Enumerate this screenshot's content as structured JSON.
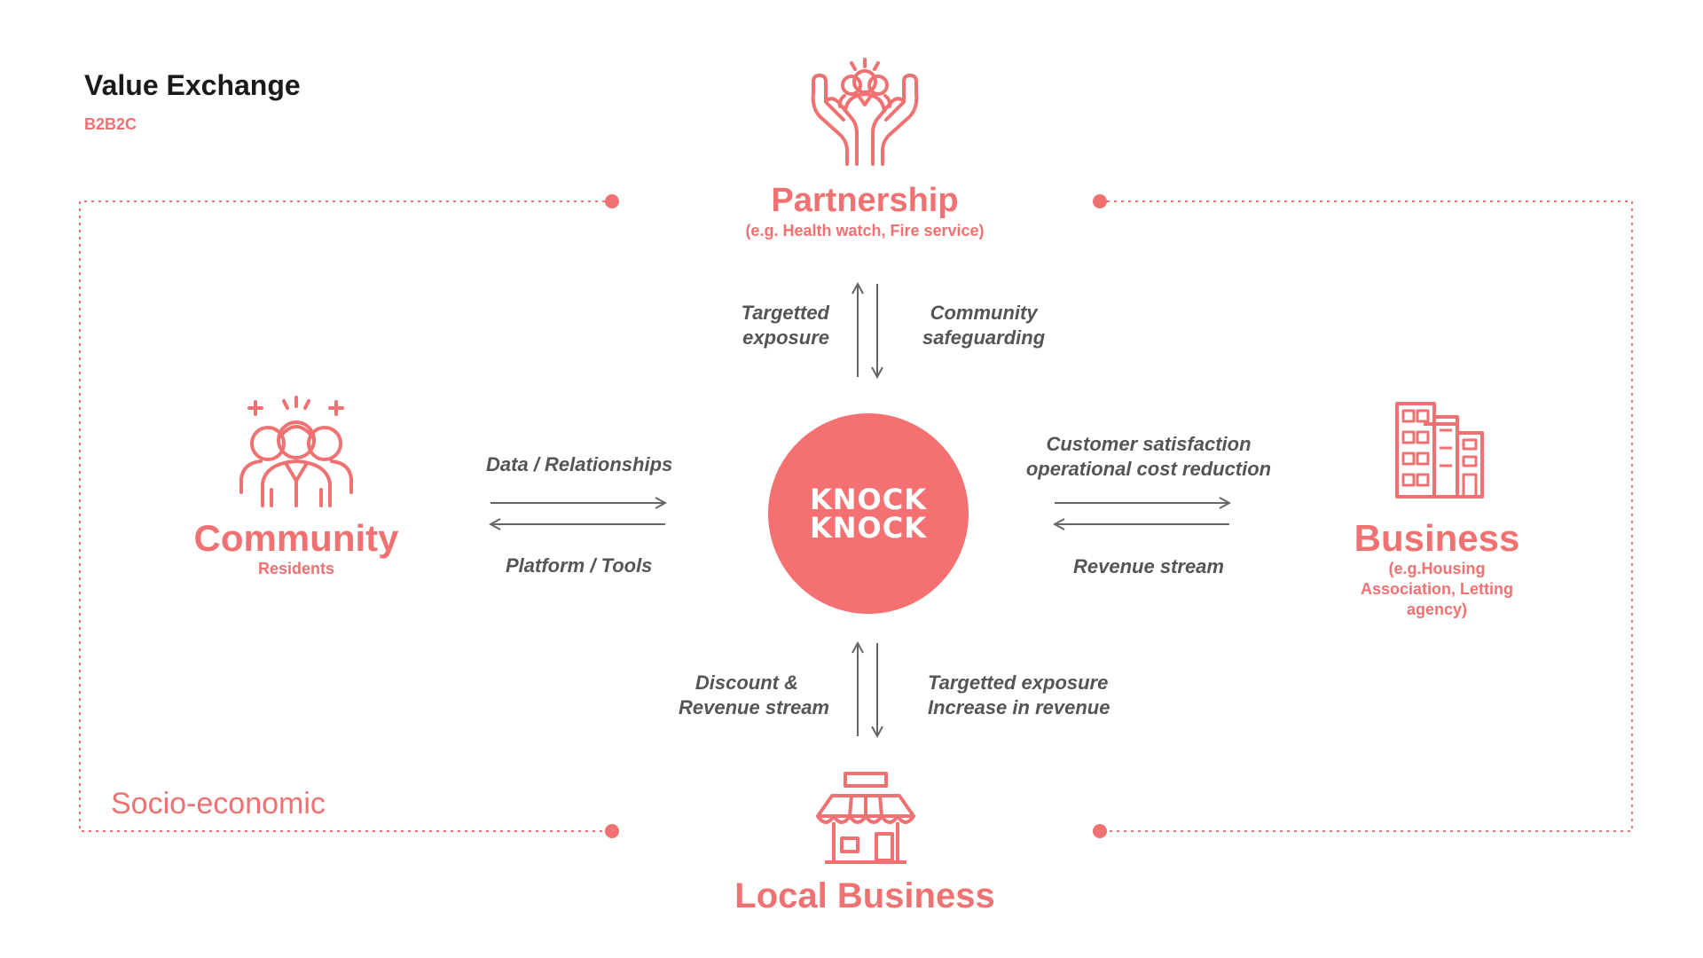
{
  "title": "Value Exchange",
  "subtitle": "B2B2C",
  "colors": {
    "accent": "#f07171",
    "circle": "#f57070",
    "arrow": "#666666",
    "text": "#555555"
  },
  "center": {
    "logo_line1": "KNOCK",
    "logo_line2": "KNOCK"
  },
  "nodes": {
    "partnership": {
      "name": "Partnership",
      "sub": "(e.g. Health watch, Fire service)",
      "icon": "hands-holding-people-icon"
    },
    "community": {
      "name": "Community",
      "sub": "Residents",
      "icon": "group-of-people-icon"
    },
    "business": {
      "name": "Business",
      "sub_line1": "(e.g.Housing",
      "sub_line2": "Association, Letting",
      "sub_line3": "agency)",
      "icon": "buildings-icon"
    },
    "local_business": {
      "name": "Local Business",
      "icon": "shop-icon"
    }
  },
  "flows": {
    "top_left": [
      "Targetted",
      "exposure"
    ],
    "top_right": [
      "Community",
      "safeguarding"
    ],
    "left_top": "Data / Relationships",
    "left_bottom": "Platform / Tools",
    "right_top": [
      "Customer satisfaction",
      "operational cost reduction"
    ],
    "right_bottom": "Revenue stream",
    "bottom_left": [
      "Discount &",
      "Revenue stream"
    ],
    "bottom_right": [
      "Targetted exposure",
      "Increase in revenue"
    ]
  },
  "boundary_label": "Socio-economic"
}
